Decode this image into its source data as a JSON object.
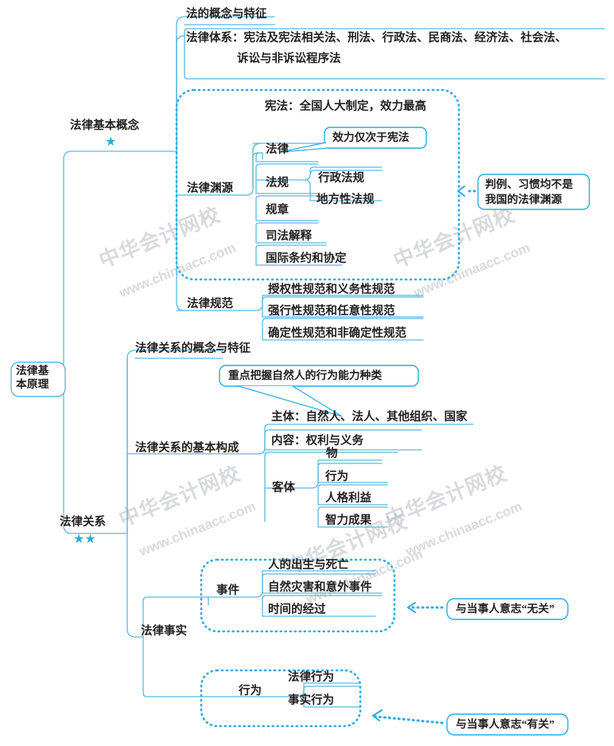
{
  "meta": {
    "title": "法律基本原理 思维导图",
    "accent": "#29abe2",
    "line": "#5bb9e0",
    "text": "#231f20",
    "watermark_color": "#b9bcc2"
  },
  "watermark": {
    "line1": "中华会计网校",
    "line2": "www.chinaacc.com"
  },
  "root": {
    "label_line1": "法律基",
    "label_line2": "本原理"
  },
  "branches": [
    {
      "id": "basic-concept",
      "label": "法律基本概念",
      "stars": "★",
      "items": [
        {
          "id": "concept-feature",
          "label": "法的概念与特征"
        },
        {
          "id": "legal-system",
          "label_line1": "法律体系：宪法及宪法相关法、刑法、行政法、民商法、经济法、社会法、",
          "label_line2": "诉讼与非诉讼程序法"
        },
        {
          "id": "legal-source",
          "label": "法律渊源",
          "children": [
            {
              "id": "constitution",
              "label": "宪法：全国人大制定，效力最高"
            },
            {
              "id": "law",
              "label": "法律"
            },
            {
              "id": "regulation",
              "label": "法规",
              "children": [
                {
                  "id": "admin-regulation",
                  "label": "行政法规"
                },
                {
                  "id": "local-regulation",
                  "label": "地方性法规"
                }
              ]
            },
            {
              "id": "rule",
              "label": "规章"
            },
            {
              "id": "judicial-interpretation",
              "label": "司法解释"
            },
            {
              "id": "treaty",
              "label": "国际条约和协定"
            }
          ]
        },
        {
          "id": "legal-norm",
          "label": "法律规范",
          "children": [
            {
              "id": "norm-1",
              "label": "授权性规范和义务性规范"
            },
            {
              "id": "norm-2",
              "label": "强行性规范和任意性规范"
            },
            {
              "id": "norm-3",
              "label": "确定性规范和非确定性规范"
            }
          ]
        }
      ]
    },
    {
      "id": "legal-relation",
      "label": "法律关系",
      "stars": "★★",
      "items": [
        {
          "id": "relation-concept",
          "label": "法律关系的概念与特征"
        },
        {
          "id": "relation-structure",
          "label": "法律关系的基本构成",
          "children": [
            {
              "id": "subject",
              "label": "主体：自然人、法人、其他组织、国家"
            },
            {
              "id": "content",
              "label": "内容：权利与义务"
            },
            {
              "id": "object",
              "label": "客体",
              "children": [
                {
                  "id": "object-thing",
                  "label": "物"
                },
                {
                  "id": "object-act",
                  "label": "行为"
                },
                {
                  "id": "object-personality",
                  "label": "人格利益"
                },
                {
                  "id": "object-intellectual",
                  "label": "智力成果"
                }
              ]
            }
          ]
        },
        {
          "id": "legal-fact",
          "label": "法律事实",
          "children": [
            {
              "id": "event",
              "label": "事件",
              "children": [
                {
                  "id": "event-birth-death",
                  "label": "人的出生与死亡"
                },
                {
                  "id": "event-disaster",
                  "label": "自然灾害和意外事件"
                },
                {
                  "id": "event-time",
                  "label": "时间的经过"
                }
              ]
            },
            {
              "id": "behavior",
              "label": "行为",
              "children": [
                {
                  "id": "behavior-legal",
                  "label": "法律行为"
                },
                {
                  "id": "behavior-factual",
                  "label": "事实行为"
                }
              ]
            }
          ]
        }
      ]
    }
  ],
  "callouts": [
    {
      "id": "callout-law-effect",
      "label": "效力仅次于宪法"
    },
    {
      "id": "callout-not-source",
      "label_line1": "判例、习惯均不是",
      "label_line2": "我国的法律渊源"
    },
    {
      "id": "callout-natural-person",
      "label": "重点把握自然人的行为能力种类"
    },
    {
      "id": "callout-irrelevant",
      "label": "与当事人意志“无关”"
    },
    {
      "id": "callout-relevant",
      "label": "与当事人意志“有关”"
    }
  ]
}
